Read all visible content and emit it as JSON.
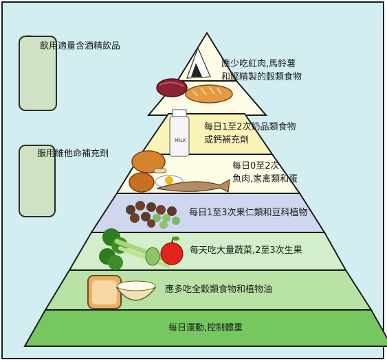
{
  "pyramid": {
    "levels": [
      {
        "id": "red-meat-refined-grains",
        "text": "應少吃紅肉,馬鈴薯\n和經精製的穀類食物",
        "color": "#fdfde6"
      },
      {
        "id": "dairy-calcium",
        "text": "每日1至2次奶品類食物\n或鈣補充劑",
        "color": "#fbf4b9"
      },
      {
        "id": "fish-poultry-eggs",
        "text": "每日0至2次\n魚肉,家禽類和蛋",
        "color": "#fdfde6"
      },
      {
        "id": "nuts-legumes",
        "text": "每日1至3次果仁類和豆科植物",
        "color": "#cfd7ee"
      },
      {
        "id": "vegetables-fruit",
        "text": "每天吃大量蔬菜,2至3次生果",
        "color": "#d2eeca"
      },
      {
        "id": "whole-grains-oils",
        "text": "應多吃全穀類食物和植物油",
        "color": "#b9e3a6"
      },
      {
        "id": "exercise-weight",
        "text": "每日運動,控制體重",
        "color": "#76c75f"
      }
    ]
  },
  "side_notes": [
    {
      "id": "alcohol",
      "text": "飲用適量含酒精飲品"
    },
    {
      "id": "multivitamin",
      "text": "服用維他命補充劑"
    }
  ],
  "icons": [
    "wine-bottle-icon",
    "vitamin-bottle-icon",
    "rice-ball-icon",
    "steak-icon",
    "bread-loaf-icon",
    "milk-bottle-icon",
    "roast-chicken-icon",
    "fried-egg-icon",
    "fish-icon",
    "beans-nuts-icon",
    "broccoli-icon",
    "celery-icon",
    "cucumber-icon",
    "apple-icon",
    "bread-slice-icon",
    "rice-bowl-icon"
  ]
}
